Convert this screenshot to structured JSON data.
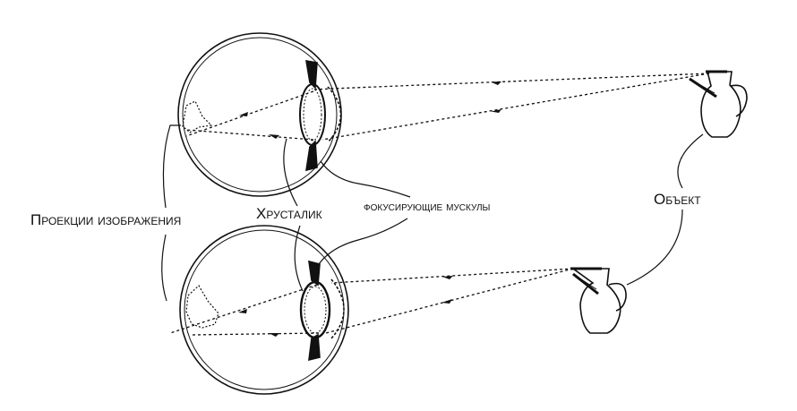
{
  "labels": {
    "projections": "Проекции изображения",
    "lens": "Хрусталик",
    "muscles": "фокусирующие мускулы",
    "object": "Объект"
  },
  "colors": {
    "ink": "#111111",
    "background": "#ffffff"
  },
  "figure": {
    "eyes": 2,
    "objects": [
      "jug-far",
      "jug-near"
    ]
  }
}
